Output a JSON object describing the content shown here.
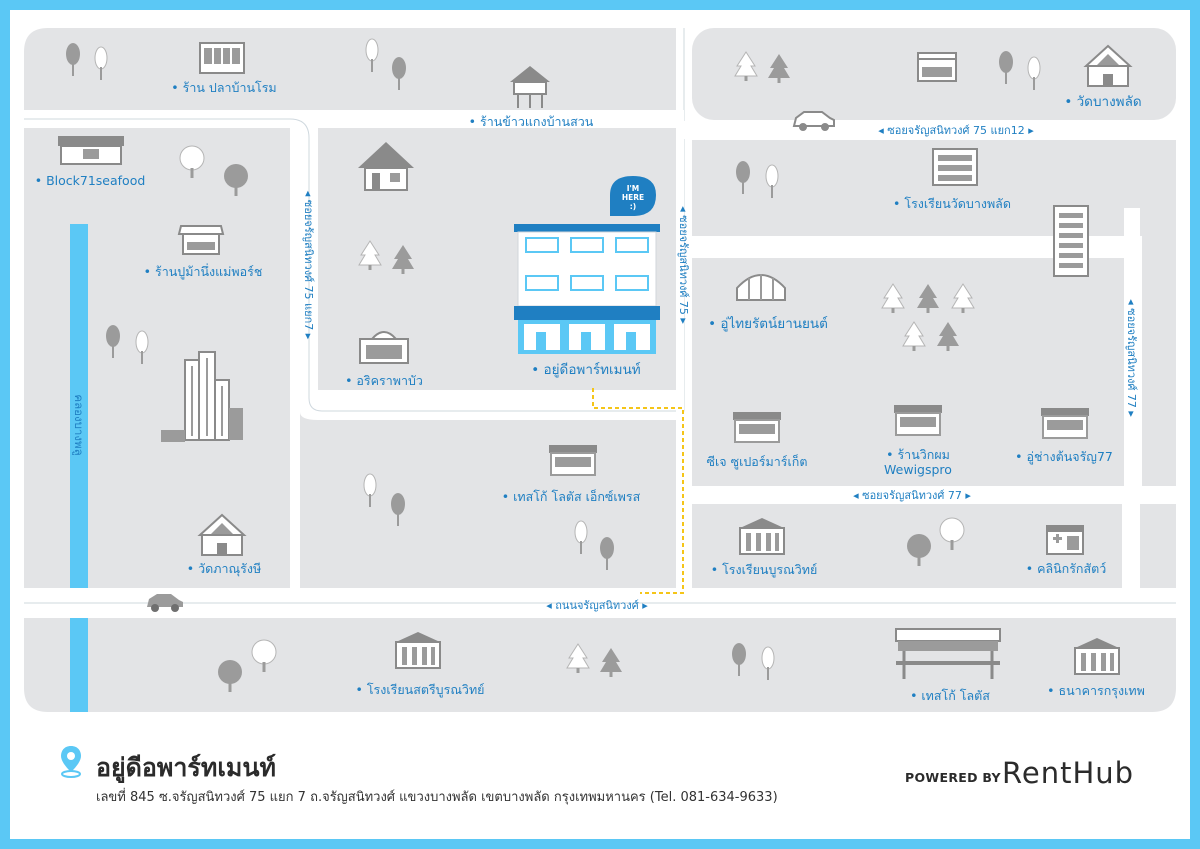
{
  "map": {
    "colors": {
      "block": "#e3e4e6",
      "road": "#ffffff",
      "canal": "#5bc8f5",
      "label": "#1f7fc2",
      "icon": "#9b9b9b",
      "route": "#f5c518",
      "frame": "#5bc8f5"
    },
    "highlight": {
      "badge_line1": "I'M",
      "badge_line2": "HERE",
      "badge_line3": ":)",
      "name": "• อยู่ดีอพาร์ทเมนท์"
    },
    "roads": {
      "soi_12": "◂ ซอยจรัญสนิทวงศ์ 75 แยก12 ▸",
      "soi_77": "◂ ซอยจรัญสนิทวงศ์ 77 ▸",
      "main_road": "◂ ถนนจรัญสนิทวงศ์ ▸",
      "soi_75_7": "◂ ซอยจรัญสนิทวงศ์ 75 แยก7 ▸",
      "soi_75": "◂ ซอยจรัญสนิทวงศ์ 75 ▸",
      "soi_77_vertical": "◂ ซอยจรัญสนิทวงศ์ 77 ▸",
      "canal": "คลองบางพลู"
    },
    "places": {
      "pla_ban_rom": "• ร้าน ปลาบ้านโรม",
      "khao_kaeng": "• ร้านข้าวแกงบ้านสวน",
      "wat_bang_phlat": "• วัดบางพลัด",
      "block71": "• Block71seafood",
      "school_bang_phlat": "• โรงเรียนวัดบางพลัด",
      "pu_ma": "• ร้านปูม้านึ่งแม่พอร์ช",
      "u_thai": "• อู่ไทยรัตน์ยานยนต์",
      "arikra": "• อริคราพาบัว",
      "cj": "ซีเจ ซูเปอร์มาร์เก็ต",
      "wig_line1": "• ร้านวิกผม",
      "wig_line2": "Wewigspro",
      "garage77": "• อู่ช่างต้นจรัญ77",
      "lotus_express": "• เทสโก้ โลตัส เอ็กซ์เพรส",
      "wat_phanung": "• วัดภาณุรังษี",
      "school_burana": "• โรงเรียนบูรณวิทย์",
      "clinic": "• คลินิกรักสัตว์",
      "school_sattri": "• โรงเรียนสตรีบูรณวิทย์",
      "lotus": "• เทสโก้ โลตัส",
      "bank": "• ธนาคารกรุงเทพ"
    }
  },
  "footer": {
    "pin_icon": "location-pin-icon",
    "title": "อยู่ดีอพาร์ทเมนท์",
    "address": "เลขที่ 845 ซ.จรัญสนิทวงศ์ 75 แยก 7 ถ.จรัญสนิทวงศ์ แขวงบางพลัด เขตบางพลัด กรุงเทพมหานคร  (Tel. 081-634-9633)",
    "powered_by": "POWERED BY",
    "brand": "RentHub"
  }
}
